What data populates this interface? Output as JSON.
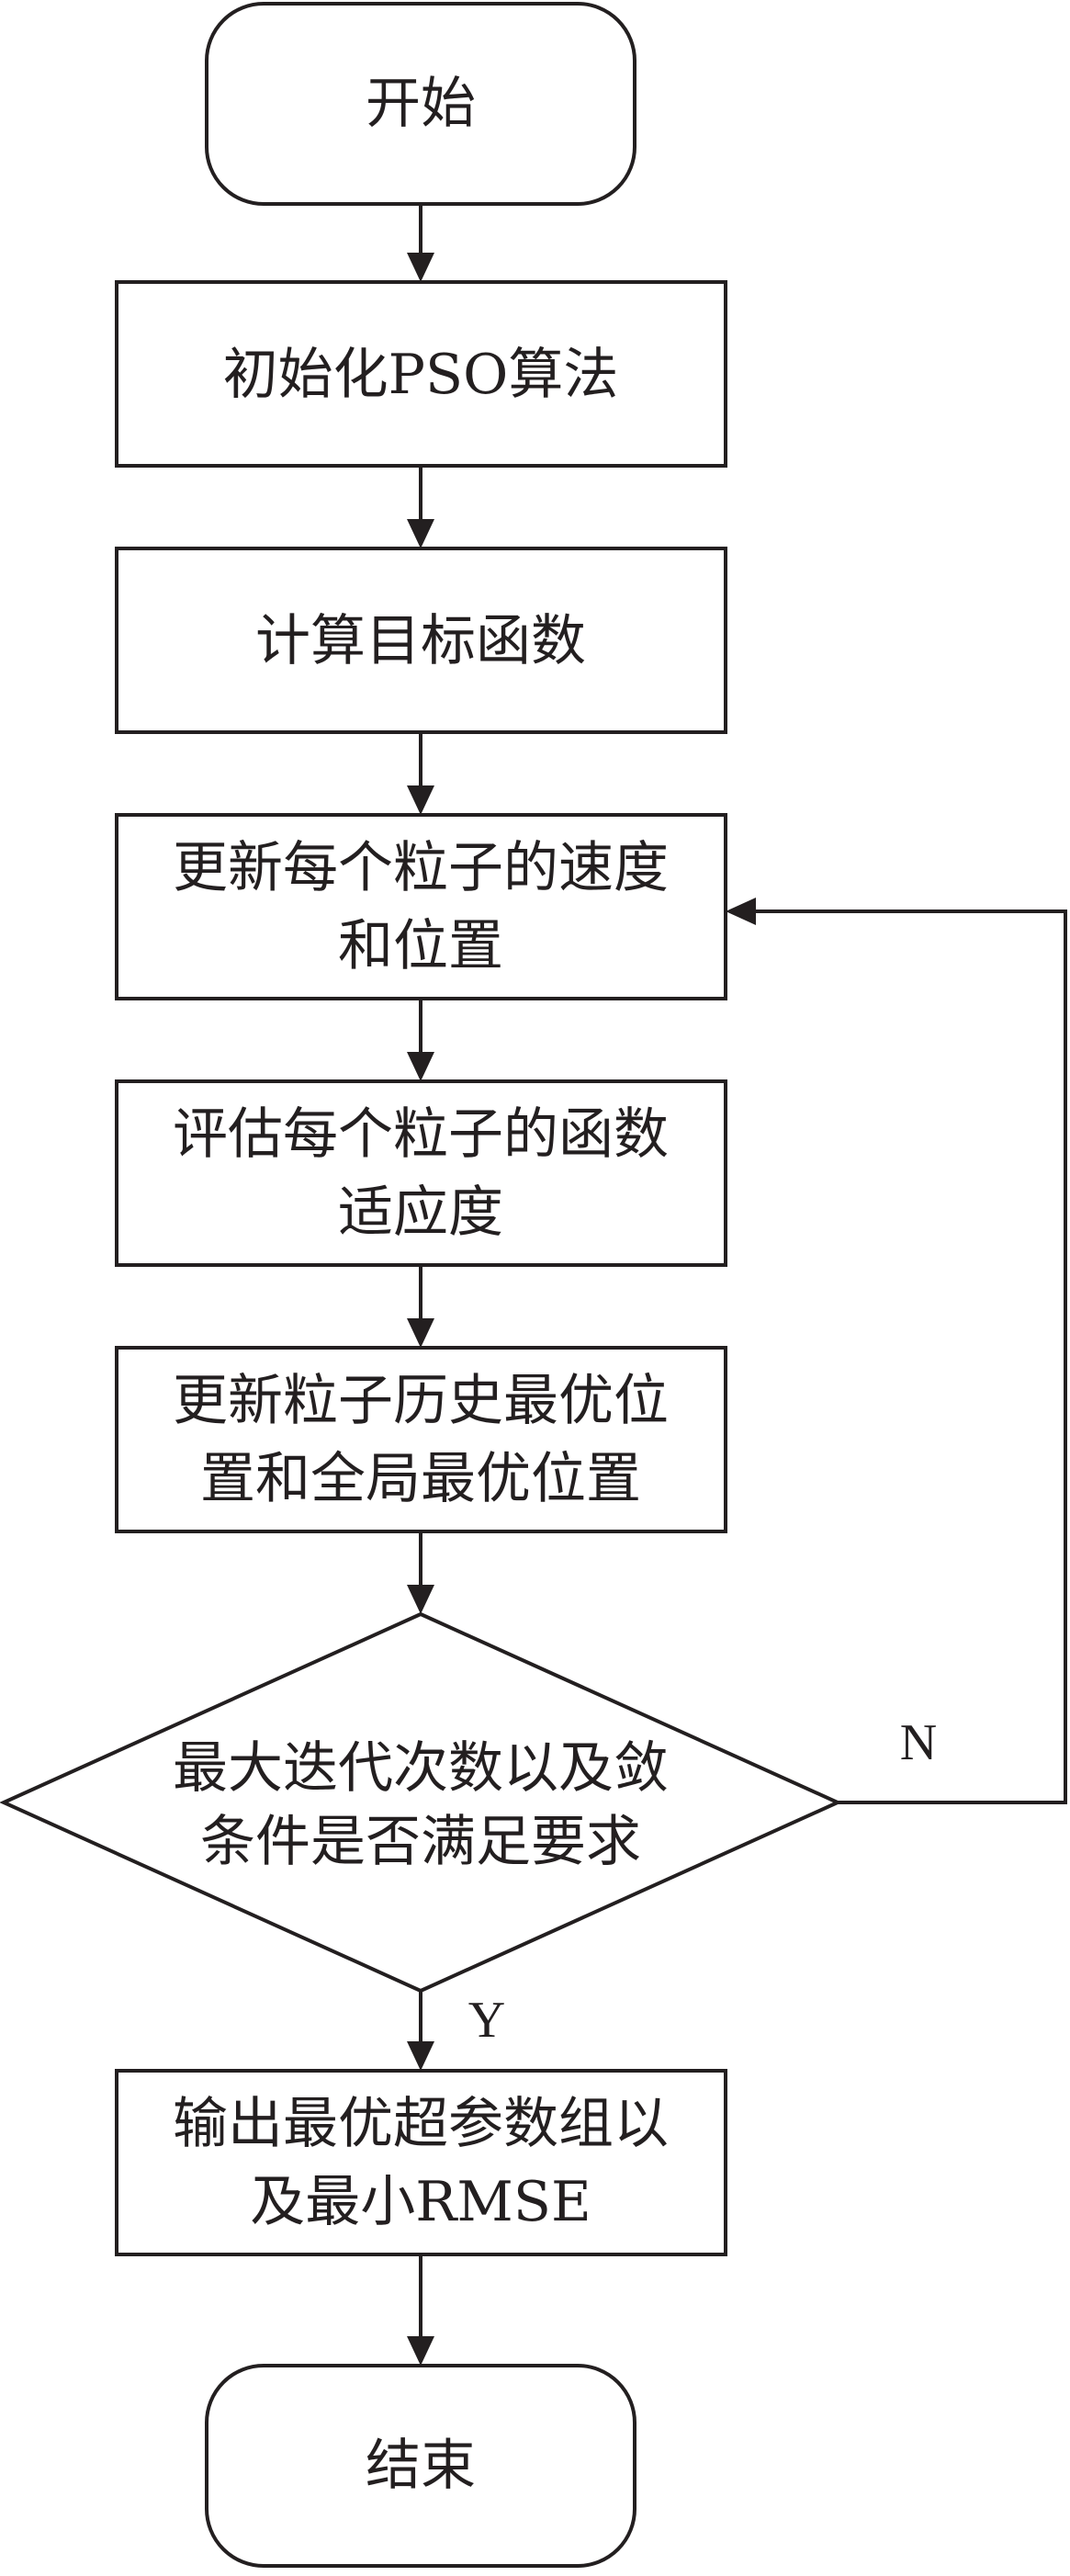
{
  "nodes": {
    "start": {
      "lines": [
        "开始"
      ]
    },
    "init": {
      "lines": [
        "初始化PSO算法"
      ]
    },
    "objective": {
      "lines": [
        "计算目标函数"
      ]
    },
    "update_velocity": {
      "lines": [
        "更新每个粒子的速度",
        "和位置"
      ]
    },
    "evaluate_fitness": {
      "lines": [
        "评估每个粒子的函数",
        "适应度"
      ]
    },
    "update_best": {
      "lines": [
        "更新粒子历史最优位",
        "置和全局最优位置"
      ]
    },
    "check_condition": {
      "lines": [
        "最大迭代次数以及敛",
        "条件是否满足要求"
      ]
    },
    "output": {
      "lines": [
        "输出最优超参数组以",
        "及最小RMSE"
      ]
    },
    "end": {
      "lines": [
        "结束"
      ]
    }
  },
  "edge_labels": {
    "no": "N",
    "yes": "Y"
  }
}
